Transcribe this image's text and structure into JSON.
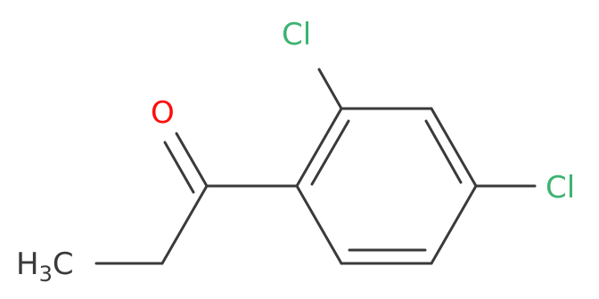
{
  "molecule": {
    "atoms": {
      "cl_top": {
        "text": "Cl",
        "color": "#3cb371"
      },
      "cl_right": {
        "text": "Cl",
        "color": "#3cb371"
      },
      "oxygen": {
        "text": "O",
        "color": "#ff0d0d"
      },
      "methyl": {
        "text": "H",
        "subscript": "3",
        "suffix": "C",
        "color": "#3a3a3a"
      }
    }
  }
}
